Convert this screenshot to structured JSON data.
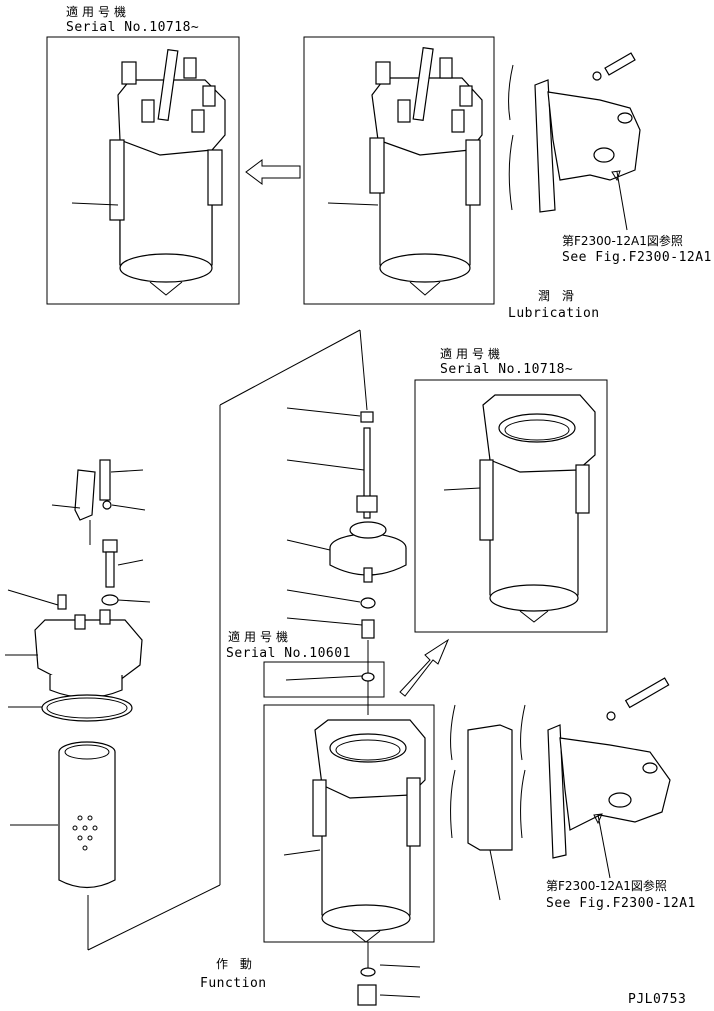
{
  "labels": {
    "top_left_applicable_jp": "適用号機",
    "top_left_serial": "Serial No.10718~",
    "lub_jp": "潤 滑",
    "lub_en": "Lubrication",
    "mid_right_applicable_jp": "適用号機",
    "mid_right_serial": "Serial No.10718~",
    "center_applicable_jp": "適用号機",
    "center_serial": "Serial No.10601",
    "ref_top_jp": "第F2300-12A1図参照",
    "ref_top_en": "See Fig.F2300-12A1",
    "ref_bottom_jp": "第F2300-12A1図参照",
    "ref_bottom_en": "See Fig.F2300-12A1",
    "function_jp": "作 動",
    "function_en": "Function",
    "drawing_id": "PJL0753"
  }
}
